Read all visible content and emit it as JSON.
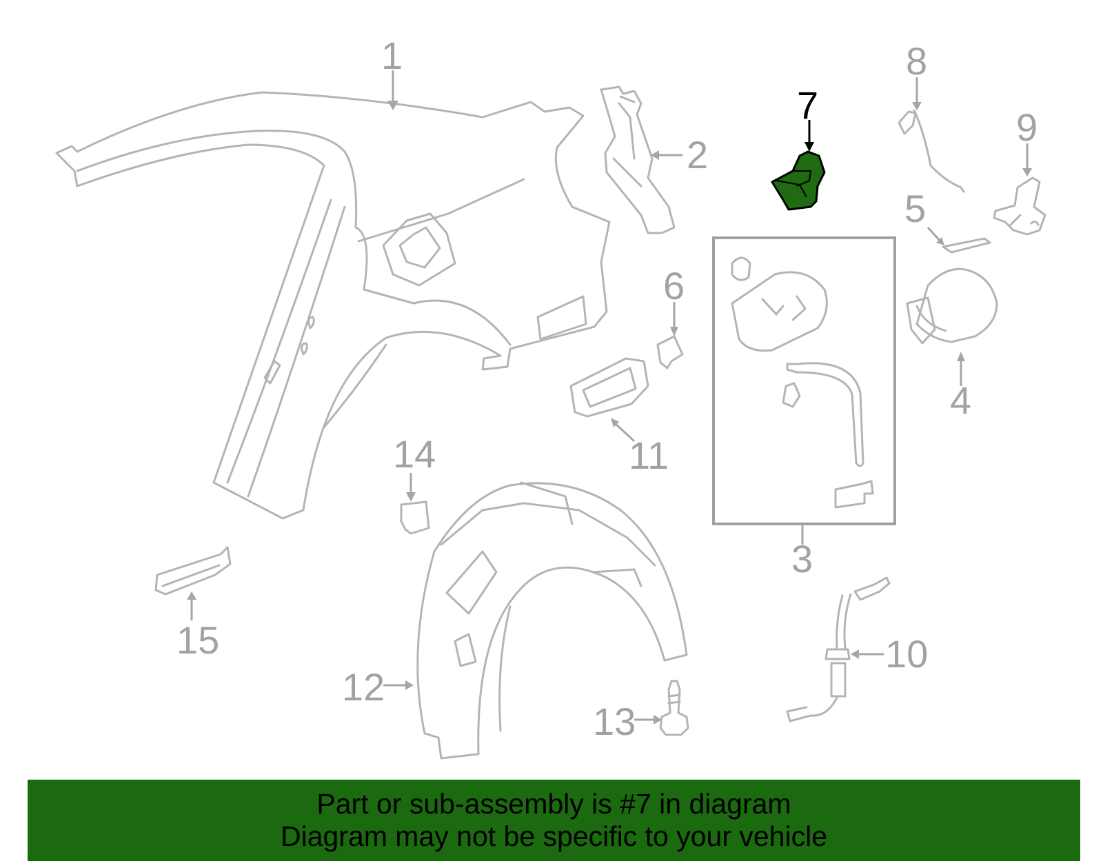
{
  "callouts": {
    "c1": "1",
    "c2": "2",
    "c3": "3",
    "c4": "4",
    "c5": "5",
    "c6": "6",
    "c7": "7",
    "c8": "8",
    "c9": "9",
    "c10": "10",
    "c11": "11",
    "c12": "12",
    "c13": "13",
    "c14": "14",
    "c15": "15"
  },
  "highlight": {
    "part": "7",
    "color": "#1e6b11",
    "outline": "#000000"
  },
  "banner": {
    "line1": "Part or sub-assembly is #7 in diagram",
    "line2": "Diagram may not be specific to your vehicle",
    "background": "#1b6a10"
  }
}
